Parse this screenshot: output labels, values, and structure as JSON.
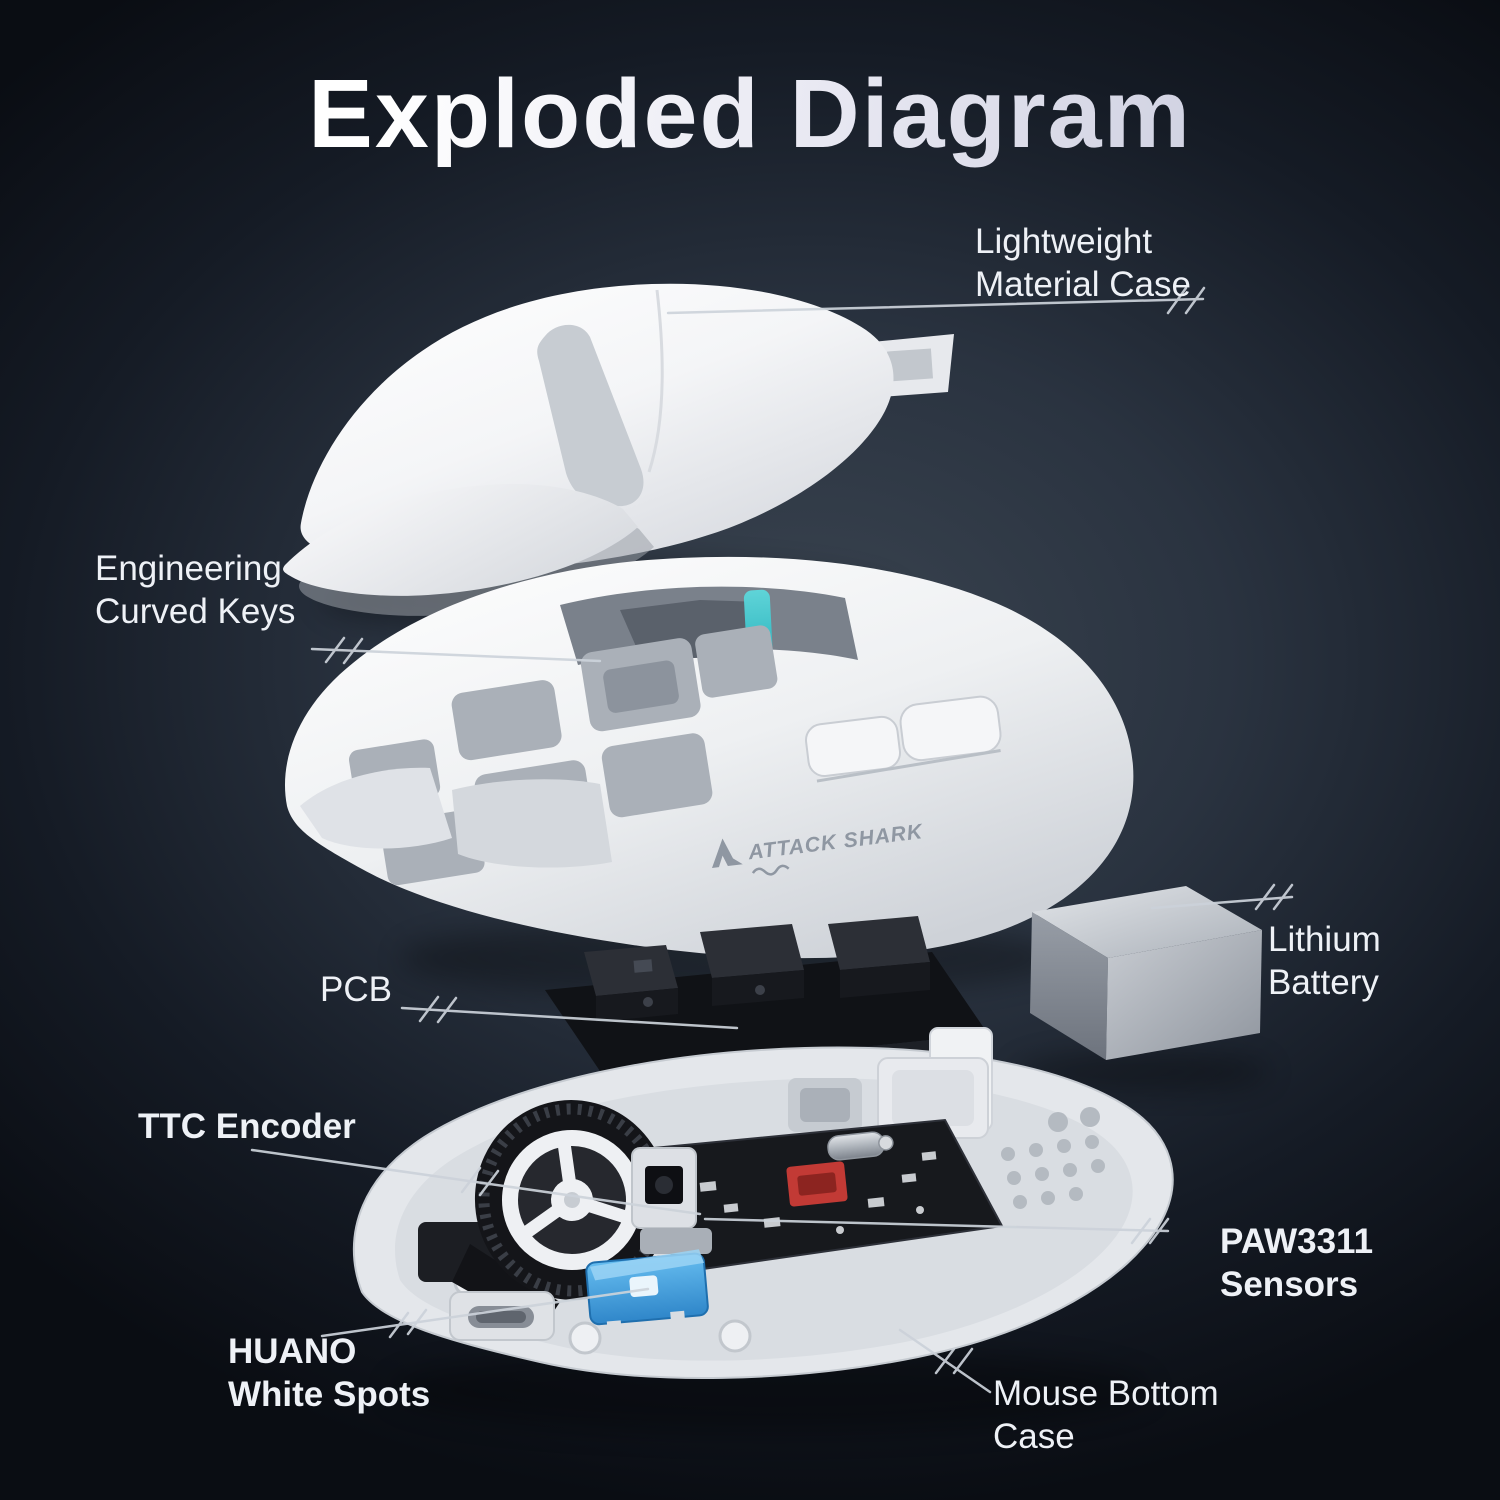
{
  "page": {
    "title": "Exploded Diagram"
  },
  "brand": {
    "logo_text": "ATTACK SHARK"
  },
  "labels": {
    "lightweight": {
      "line1": "Lightweight",
      "line2": "Material Case"
    },
    "curved_keys": {
      "line1": "Engineering",
      "line2": "Curved Keys"
    },
    "pcb": {
      "line1": "PCB",
      "line2": ""
    },
    "battery": {
      "line1": "Lithium",
      "line2": "Battery"
    },
    "ttc_encoder": {
      "line1": "TTC Encoder",
      "line2": ""
    },
    "paw_sensors": {
      "line1": "PAW3311",
      "line2": "Sensors"
    },
    "huano": {
      "line1": "HUANO",
      "line2": "White Spots"
    },
    "bottom_case": {
      "line1": "Mouse Bottom",
      "line2": "Case"
    }
  },
  "colors": {
    "background_center": "#3a4450",
    "background_edge": "#0a0d13",
    "label_text": "#eef1f6",
    "accent_teal": "#35c4c9",
    "switch_blue": "#4aa6e6",
    "leader_line": "#ccd2da"
  }
}
